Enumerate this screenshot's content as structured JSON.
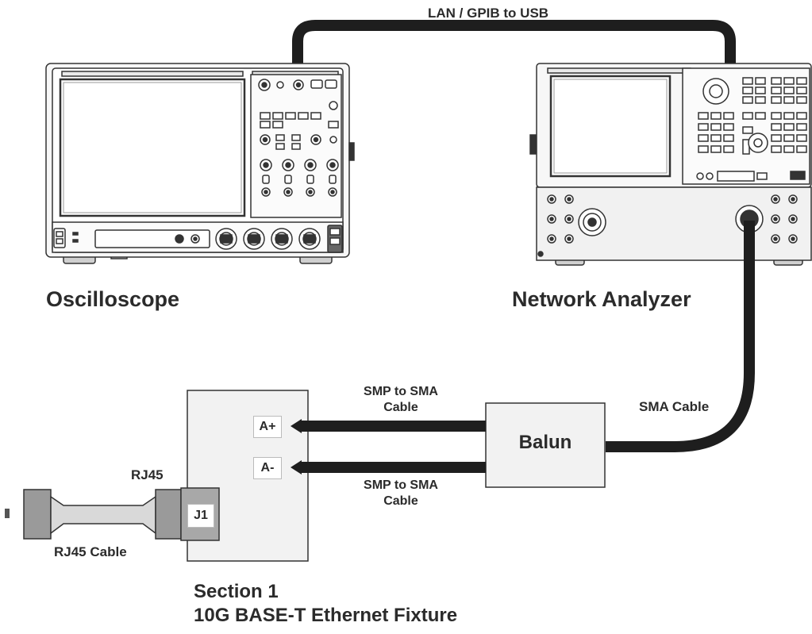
{
  "connections": {
    "lan_label": "LAN / GPIB to USB",
    "sma_cable_label": "SMA Cable",
    "smp_upper_label_1": "SMP to SMA",
    "smp_upper_label_2": "Cable",
    "smp_lower_label_1": "SMP to SMA",
    "smp_lower_label_2": "Cable",
    "rj45_label": "RJ45",
    "rj45_cable_label": "RJ45 Cable"
  },
  "instruments": {
    "oscilloscope_label": "Oscilloscope",
    "network_analyzer_label": "Network Analyzer"
  },
  "balun": {
    "label": "Balun"
  },
  "fixture": {
    "port_a_plus": "A+",
    "port_a_minus": "A-",
    "port_j1": "J1",
    "title_line1": "Section 1",
    "title_line2": "10G BASE-T Ethernet Fixture"
  },
  "colors": {
    "cable": "#1e1e1e",
    "box_fill": "#f2f2f2",
    "instrument_outline": "#333333",
    "connector_gray": "#9a9a9a"
  }
}
